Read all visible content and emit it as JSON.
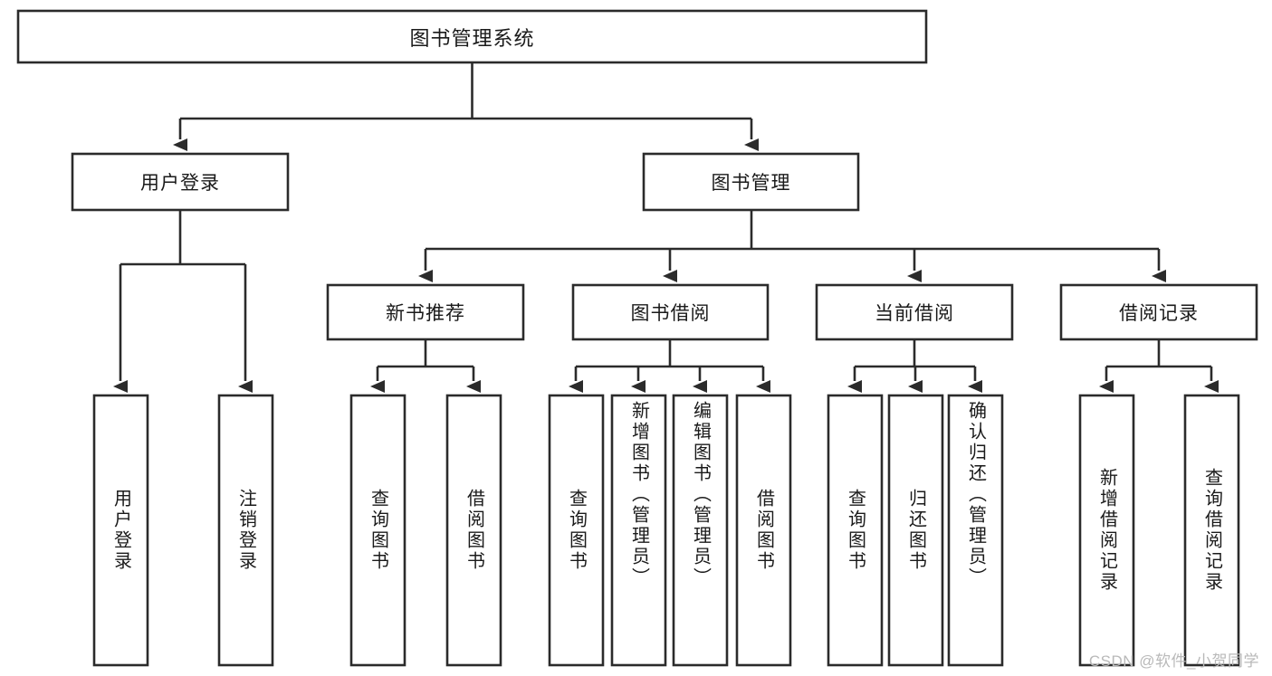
{
  "diagram": {
    "type": "tree-flowchart",
    "title": "图书管理系统",
    "watermark": "CSDN @软件_小贺同学",
    "colors": {
      "stroke": "#2b2b2b",
      "fill": "#ffffff",
      "text": "#1a1a1a",
      "watermark": "#b9b9b9",
      "background": "#ffffff"
    },
    "root": {
      "label": "图书管理系统"
    },
    "level2": [
      {
        "label": "用户登录"
      },
      {
        "label": "图书管理"
      }
    ],
    "level3": [
      {
        "label": "新书推荐"
      },
      {
        "label": "图书借阅"
      },
      {
        "label": "当前借阅"
      },
      {
        "label": "借阅记录"
      }
    ],
    "leaves": {
      "user_login": [
        {
          "label": "用户登录"
        },
        {
          "label": "注销登录"
        }
      ],
      "new_book_recommend": [
        {
          "label": "查询图书"
        },
        {
          "label": "借阅图书"
        }
      ],
      "book_borrow": [
        {
          "label": "查询图书"
        },
        {
          "label": "新增图书（管理员）"
        },
        {
          "label": "编辑图书（管理员）"
        },
        {
          "label": "借阅图书"
        }
      ],
      "current_borrow": [
        {
          "label": "查询图书"
        },
        {
          "label": "归还图书"
        },
        {
          "label": "确认归还（管理员）"
        }
      ],
      "borrow_record": [
        {
          "label": "新增借阅记录"
        },
        {
          "label": "查询借阅记录"
        }
      ]
    }
  }
}
